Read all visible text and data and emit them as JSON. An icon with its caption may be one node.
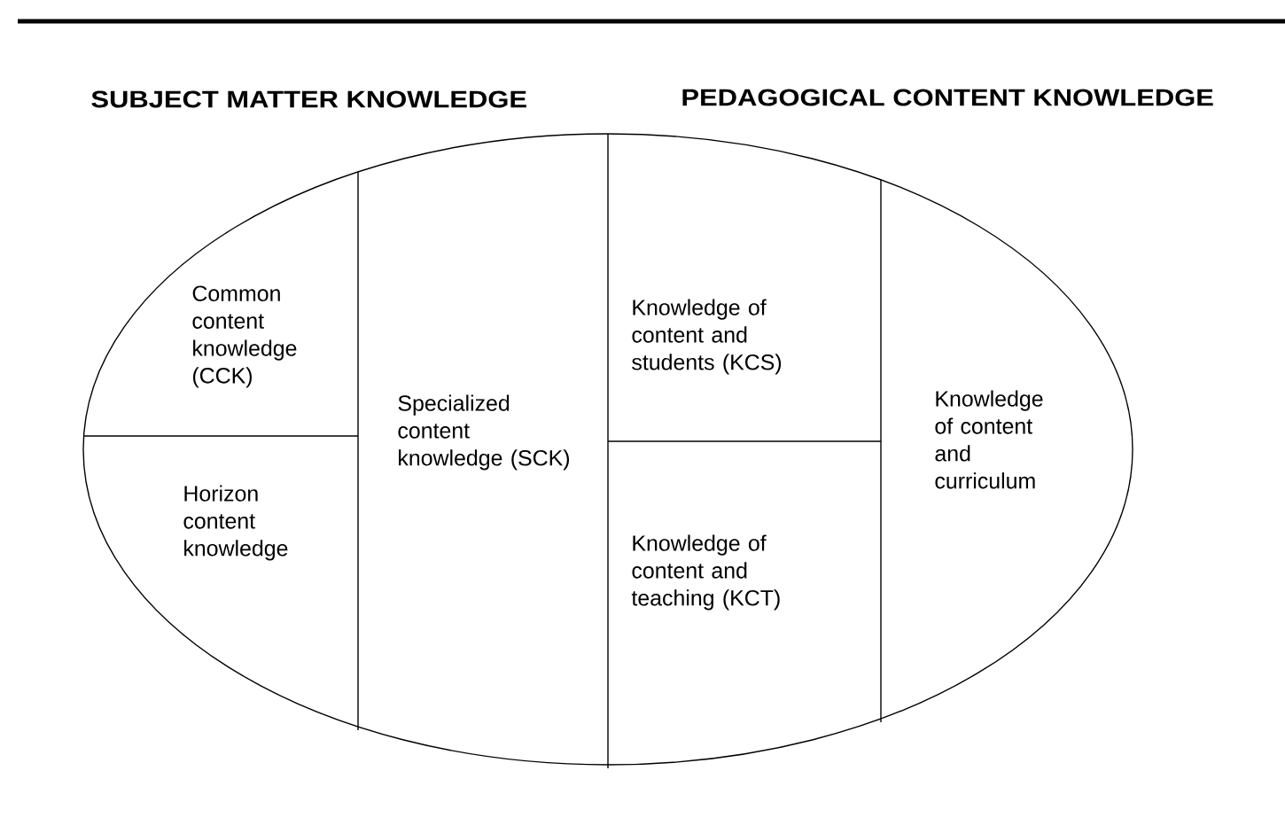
{
  "diagram": {
    "nodes": [
      {
        "text": [],
        "shape": "ellipse"
      },
      {
        "text": [
          "Common content knowledge (CCK)"
        ],
        "in": 0
      },
      {
        "text": [
          "Horizon content knowledge"
        ],
        "in": 0
      },
      {
        "text": [
          "Specialized content knowledge (SCK)"
        ],
        "in": 0
      },
      {
        "text": [
          "Knowledge of content and students (KCS)"
        ],
        "in": 0
      },
      {
        "text": [
          "Knowledge of content and teaching (KCT)"
        ],
        "in": 0
      },
      {
        "text": [
          "Knowledge of content and curriculum"
        ],
        "in": 0
      }
    ],
    "labels": [
      "SUBJECT MATTER KNOWLEDGE",
      "PEDAGOGICAL CONTENT KNOWLEDGE"
    ]
  }
}
